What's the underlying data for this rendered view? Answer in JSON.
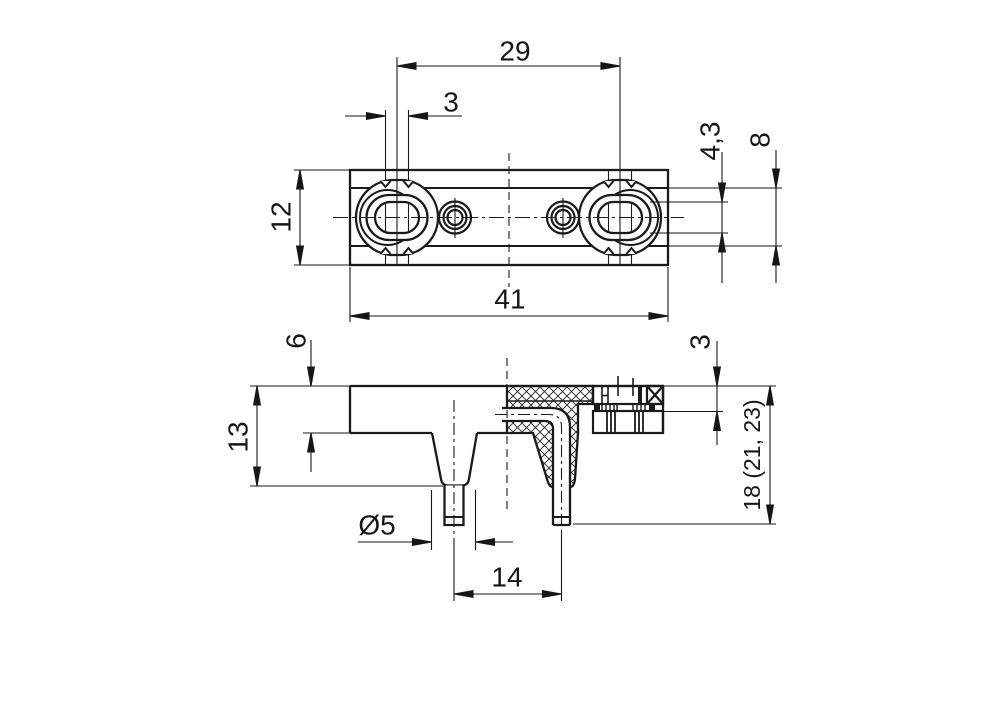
{
  "colors": {
    "line": "#1a1a1a",
    "background": "#ffffff"
  },
  "top_view": {
    "dims": {
      "hole_center_distance": "29",
      "slot_pitch": "3",
      "plate_height": "12",
      "overall_length": "41",
      "slot_width": "4,3",
      "boss_width": "8"
    }
  },
  "side_view": {
    "dims": {
      "plate_thickness": "6",
      "body_depth": "13",
      "head_thickness": "3",
      "overall_height": "18 (21, 23)",
      "pin_diameter": "Ø5",
      "pin_center_distance": "14"
    }
  }
}
